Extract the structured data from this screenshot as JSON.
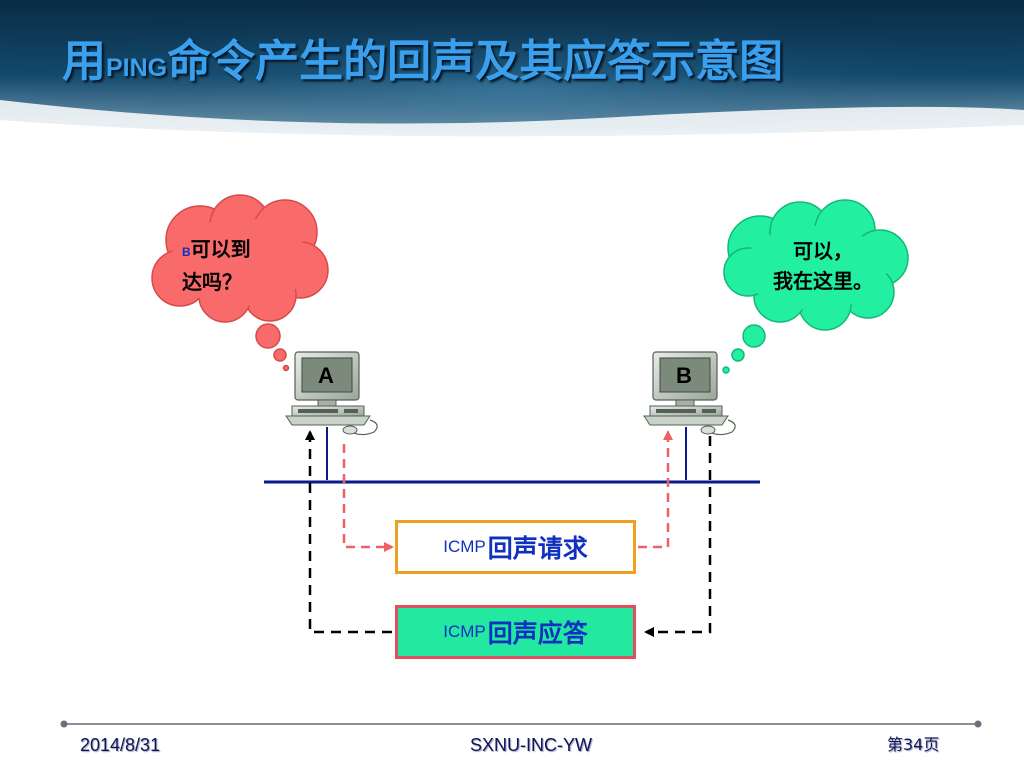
{
  "slide": {
    "title_prefix": "用",
    "title_ping": "PING",
    "title_suffix": "命令产生的回声及其应答示意图"
  },
  "bubbles": {
    "a": {
      "small": "B",
      "line1": "可以到",
      "line2": "达吗？",
      "color": "#f96b6b"
    },
    "b": {
      "line1": "可以，",
      "line2": "我在这里。",
      "color": "#22f0a0"
    }
  },
  "computers": {
    "a_label": "A",
    "b_label": "B"
  },
  "boxes": {
    "request": {
      "prefix": "ICMP",
      "text": "回声请求",
      "border": "#f0a020"
    },
    "reply": {
      "prefix": "ICMP",
      "text": "回声应答",
      "fill": "#22e8a0"
    }
  },
  "colors": {
    "network_line": "#0a1a8a",
    "request_arrow": "#f06060",
    "reply_arrow": "#000000",
    "header": "#0b3552"
  },
  "footer": {
    "date": "2014/8/31",
    "center": "SXNU-INC-YW",
    "page": "第34页"
  }
}
